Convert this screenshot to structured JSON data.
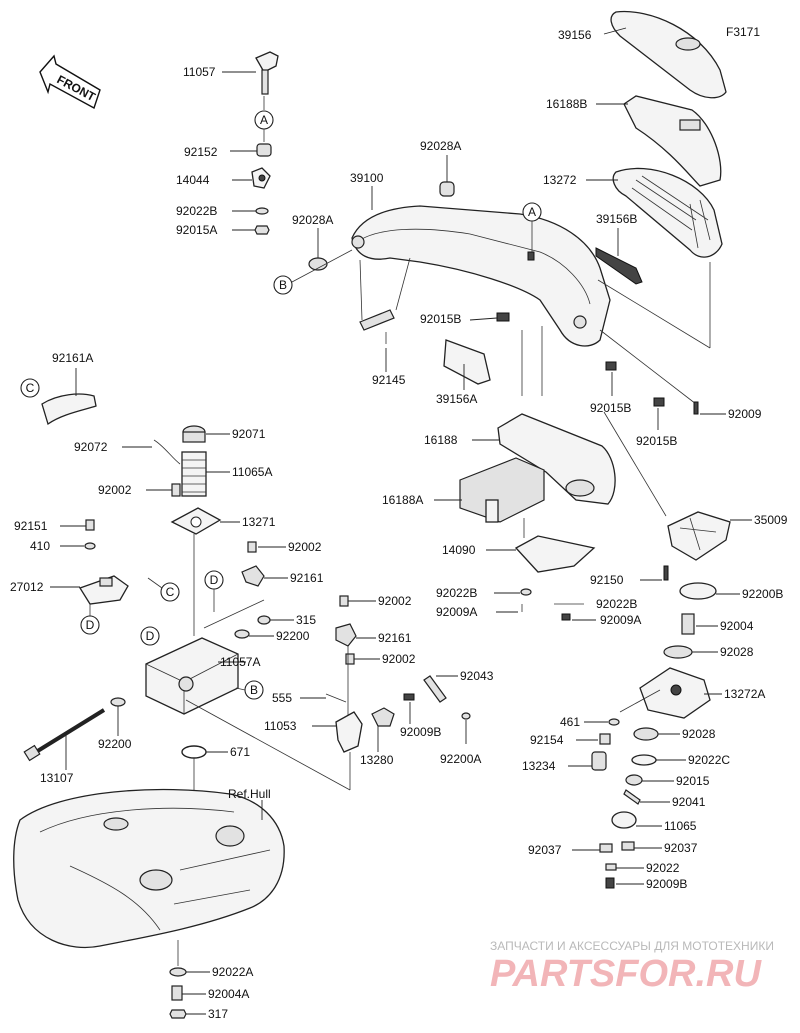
{
  "figure_code": "F3171",
  "front_label": "FRONT",
  "ref_hull_label": "Ref.Hull",
  "watermark": {
    "line1": "ЗАПЧАСТИ И АКСЕССУАРЫ ДЛЯ МОТОТЕХНИКИ",
    "line2": "PARTSFOR.RU"
  },
  "callouts": [
    "A",
    "B",
    "C",
    "D"
  ],
  "parts": {
    "p11057": "11057",
    "p92152": "92152",
    "p14044": "14044",
    "p92022B_top": "92022B",
    "p92015A": "92015A",
    "p92028A_top": "92028A",
    "p92028A_left": "92028A",
    "p39100": "39100",
    "p92145": "92145",
    "p92015B_mid": "92015B",
    "p39156A": "39156A",
    "p39156": "39156",
    "p16188B": "16188B",
    "p13272": "13272",
    "p39156B": "39156B",
    "p92015B_r1": "92015B",
    "p92015B_r2": "92015B",
    "p92009": "92009",
    "p92161A": "92161A",
    "p92072": "92072",
    "p92071": "92071",
    "p11065A": "11065A",
    "p92002_a": "92002",
    "p13271": "13271",
    "p92151": "92151",
    "p410": "410",
    "p27012": "27012",
    "p92002_b": "92002",
    "p92161_a": "92161",
    "p315": "315",
    "p92200_a": "92200",
    "p11057A": "11057A",
    "p92200_b": "92200",
    "p13107": "13107",
    "p671": "671",
    "p92002_c": "92002",
    "p92161_b": "92161",
    "p92002_d": "92002",
    "p555": "555",
    "p92043": "92043",
    "p11053": "11053",
    "p92009B_mid": "92009B",
    "p13280": "13280",
    "p92200A": "92200A",
    "p16188": "16188",
    "p16188A": "16188A",
    "p14090": "14090",
    "p92022B_mid": "92022B",
    "p92022B_mid2": "92022B",
    "p92009A_a": "92009A",
    "p92009A_b": "92009A",
    "p35009": "35009",
    "p92150": "92150",
    "p92200B": "92200B",
    "p92004": "92004",
    "p92028_a": "92028",
    "p13272A": "13272A",
    "p461": "461",
    "p92028_b": "92028",
    "p92154": "92154",
    "p92022C": "92022C",
    "p13234": "13234",
    "p92015": "92015",
    "p92041": "92041",
    "p11065": "11065",
    "p92037_a": "92037",
    "p92037_b": "92037",
    "p92022": "92022",
    "p92009B_bot": "92009B",
    "p92022A": "92022A",
    "p92004A": "92004A",
    "p317": "317"
  }
}
